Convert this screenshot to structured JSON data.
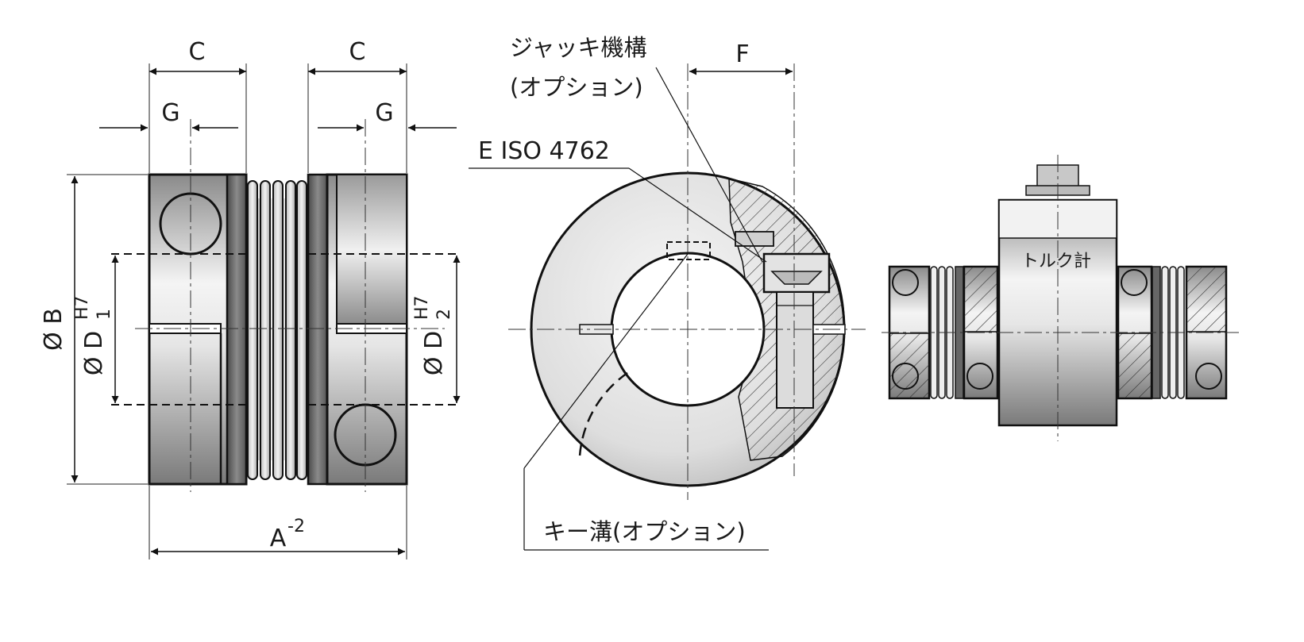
{
  "dimensions": {
    "c_left": "C",
    "c_right": "C",
    "g_left": "G",
    "g_right": "G",
    "f": "F",
    "b": "Ø B",
    "d1": "Ø D",
    "d1_sub": "1",
    "d1_sup": "H7",
    "d2": "Ø D",
    "d2_sub": "2",
    "d2_sup": "H7",
    "a": "A",
    "a_sup": "-2"
  },
  "callouts": {
    "jack_mechanism_line1": "ジャッキ機構",
    "jack_mechanism_line2": "(オプション)",
    "screw": "E ISO 4762",
    "keyway": "キー溝(オプション)"
  },
  "torque_meter": {
    "label": "トルク計"
  }
}
